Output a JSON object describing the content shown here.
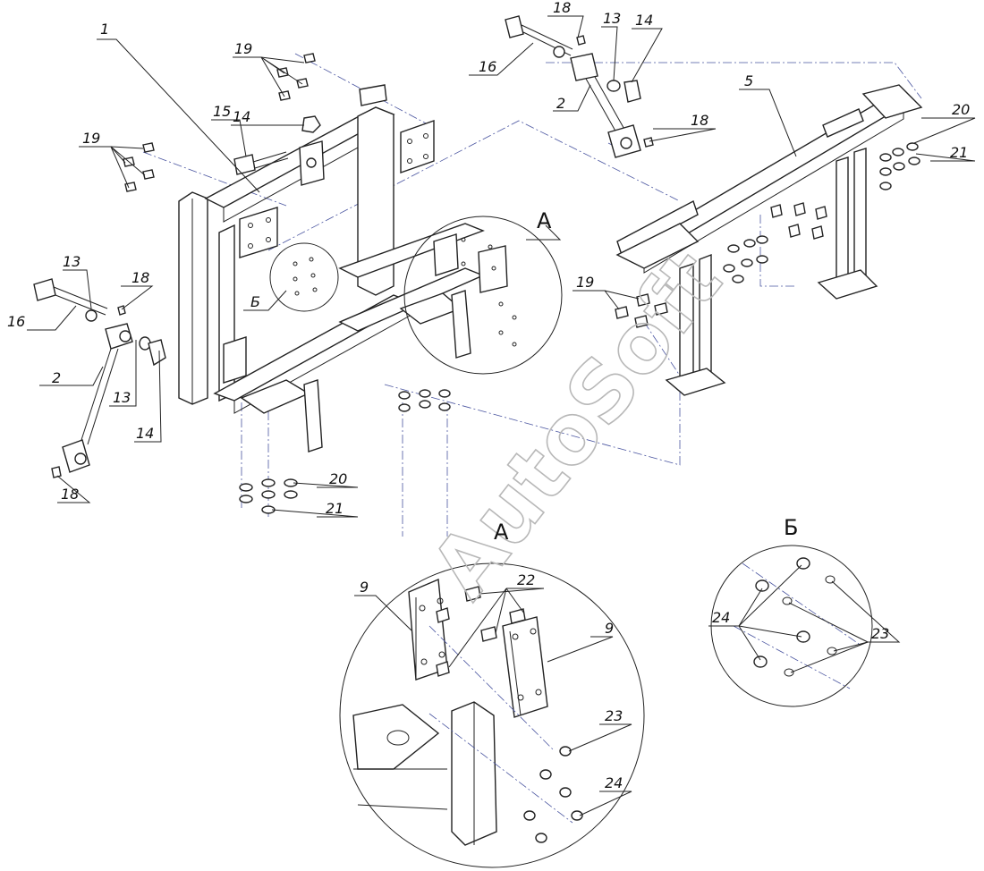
{
  "watermark": "AutoSoft",
  "detail_views": {
    "a": {
      "title": "А"
    },
    "b": {
      "title": "Б"
    }
  },
  "callouts": {
    "c1": "1",
    "c2_left": "2",
    "c2_right": "2",
    "c5": "5",
    "c9_left": "9",
    "c9_right": "9",
    "c13_left_top": "13",
    "c13_left_bottom": "13",
    "c13_right": "13",
    "c14_left": "14",
    "c14_frame": "14",
    "c14_right": "14",
    "c15": "15",
    "c16_left": "16",
    "c16_right": "16",
    "c18_left_top": "18",
    "c18_left_bottom": "18",
    "c18_right_top": "18",
    "c18_right": "18",
    "c19_top": "19",
    "c19_left": "19",
    "c19_mid": "19",
    "c20_bottom": "20",
    "c20_right": "20",
    "c21_bottom": "21",
    "c21_right": "21",
    "c22": "22",
    "c23_a": "23",
    "c23_b": "23",
    "c24_a": "24",
    "c24_b": "24",
    "view_a_marker": "А",
    "view_b_marker": "Б"
  }
}
